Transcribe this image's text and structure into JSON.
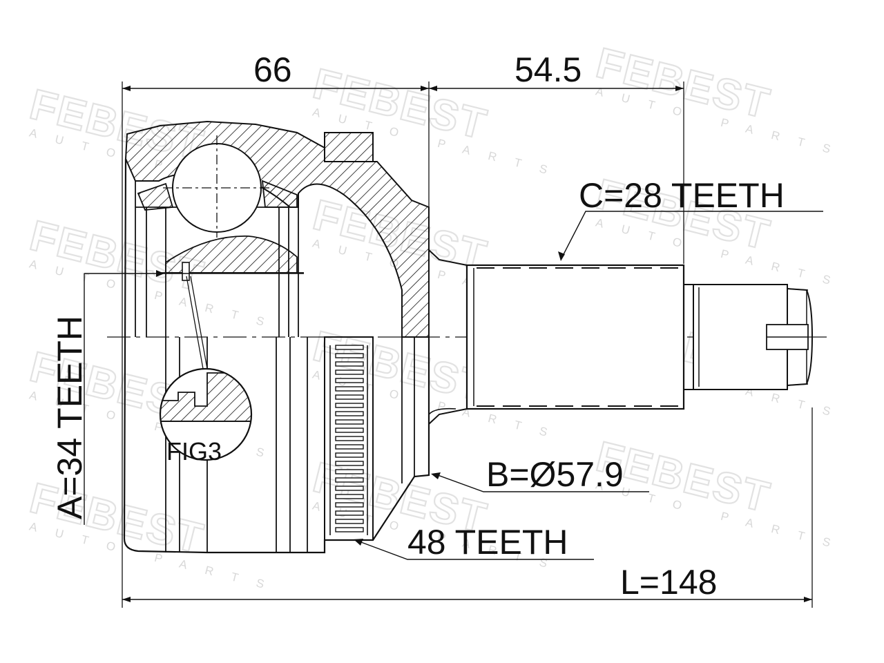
{
  "watermark": {
    "brand": "FEBEST",
    "subtitle": "AUTO PARTS"
  },
  "dimensions": {
    "width_outer": "66",
    "width_shaft": "54.5",
    "length": "L=148"
  },
  "callouts": {
    "spline_c": "C=28 TEETH",
    "spline_a": "A=34 TEETH",
    "diameter_b": "B=Ø57.9",
    "abs_ring": "48 TEETH",
    "figure": "FIG3"
  },
  "colors": {
    "line": "#111111",
    "watermark": "#e2e2e2"
  }
}
